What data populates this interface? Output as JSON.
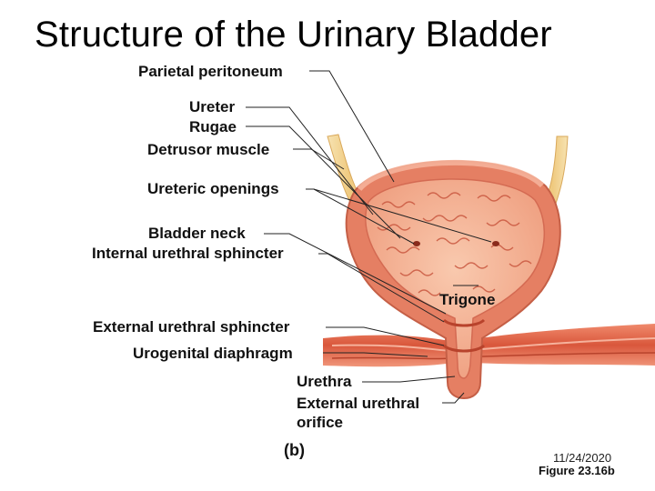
{
  "slide": {
    "title": "Structure of the Urinary Bladder",
    "date": "11/24/2020",
    "figure_ref": "Figure 23.16b",
    "panel_label": "(b)"
  },
  "labels": {
    "parietal_peritoneum": "Parietal peritoneum",
    "ureter": "Ureter",
    "rugae": "Rugae",
    "detrusor_muscle": "Detrusor muscle",
    "ureteric_openings": "Ureteric openings",
    "bladder_neck": "Bladder neck",
    "internal_urethral_sphincter": "Internal urethral sphincter",
    "trigone": "Trigone",
    "external_urethral_sphincter": "External urethral sphincter",
    "urogenital_diaphragm": "Urogenital diaphragm",
    "urethra": "Urethra",
    "external_urethral_orifice_line1": "External urethral",
    "external_urethral_orifice_line2": "orifice"
  },
  "colors": {
    "muscle": "#e8846a",
    "muscle_dark": "#d46a52",
    "mucosa": "#f3b79d",
    "rugae_lines": "#c9573f",
    "ureter": "#f4d9a0",
    "leader": "#222222"
  }
}
